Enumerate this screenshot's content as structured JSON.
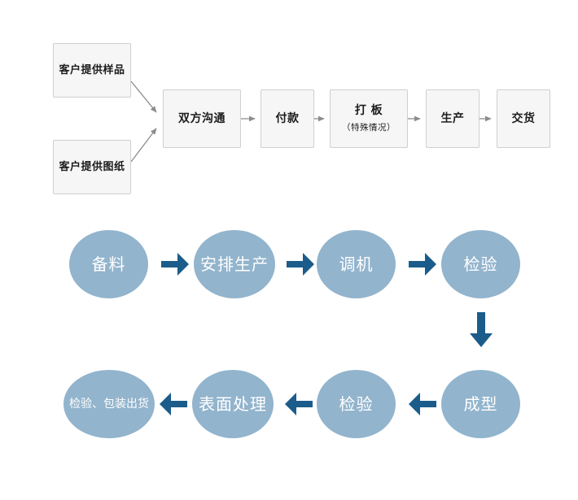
{
  "diagram": {
    "background_color": "#ffffff",
    "box_fill": "#f6f6f6",
    "box_border": "#cfcfcf",
    "ellipse_fill": "#92b4cd",
    "ellipse_text_color": "#ffffff",
    "arrow_color_thin": "#8c8c8c",
    "arrow_color_thick": "#1b5c8a"
  },
  "top_row": {
    "sources": [
      {
        "label": "客户提供样品"
      },
      {
        "label": "客户提供图纸"
      }
    ],
    "steps": [
      {
        "label": "双方沟通",
        "sublabel": ""
      },
      {
        "label": "付款",
        "sublabel": ""
      },
      {
        "label": "打 板",
        "sublabel": "（特殊情况）"
      },
      {
        "label": "生产",
        "sublabel": ""
      },
      {
        "label": "交货",
        "sublabel": ""
      }
    ]
  },
  "production_flow": {
    "row_one": [
      {
        "label": "备料"
      },
      {
        "label": "安排生产"
      },
      {
        "label": "调机"
      },
      {
        "label": "检验"
      }
    ],
    "row_two": [
      {
        "label": "检验、包装出货"
      },
      {
        "label": "表面处理"
      },
      {
        "label": "检验"
      },
      {
        "label": "成型"
      }
    ],
    "arrows": {
      "right_1": "→",
      "right_2": "→",
      "right_3": "→",
      "down_1": "↓",
      "left_1": "←",
      "left_2": "←",
      "left_3": "←"
    }
  }
}
